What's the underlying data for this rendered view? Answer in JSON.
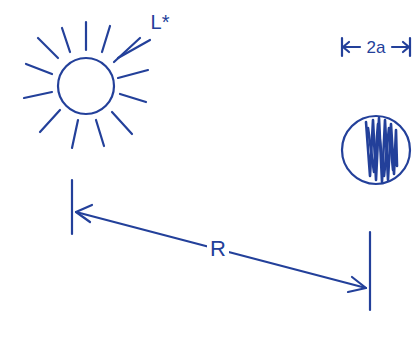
{
  "diagram": {
    "labels": [
      "L*",
      "2a",
      "R"
    ]
  }
}
